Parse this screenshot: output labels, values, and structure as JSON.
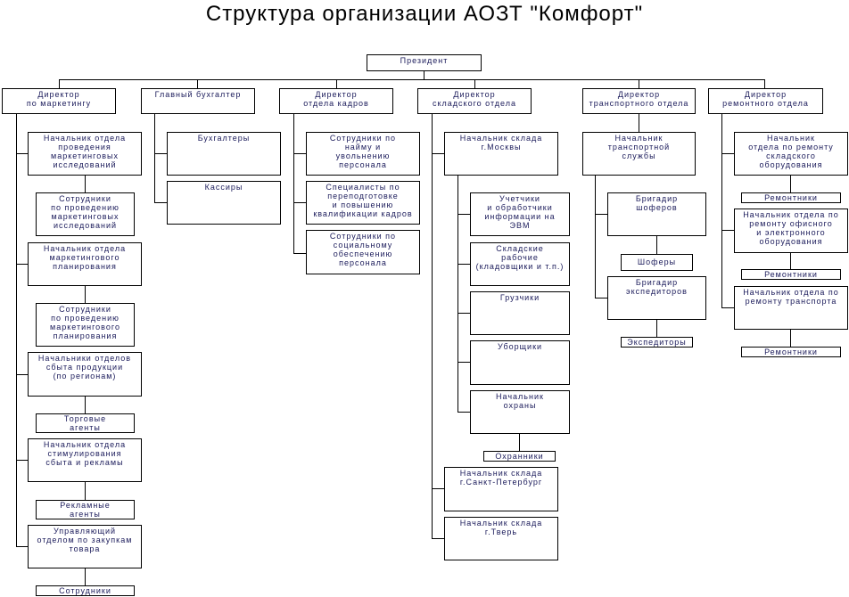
{
  "title": "Структура организации АОЗТ \"Комфорт\"",
  "president": "Президент",
  "marketing": {
    "director": "Директор\nпо  маркетингу",
    "research_head": "Начальник отдела\nпроведения\nмаркетинговых\nисследований",
    "research_staff": "Сотрудники\nпо проведению\nмаркетинговых\nисследований",
    "planning_head": "Начальник отдела\nмаркетингового\nпланирования",
    "planning_staff": "Сотрудники\nпо проведению\nмаркетингового\nпланирования",
    "sales_heads": "Начальники отделов\nсбыта продукции\n(по регионам)",
    "sales_agents": "Торговые\nагенты",
    "promo_head": "Начальник отдела\nстимулирования\nсбыта и рекламы",
    "promo_agents": "Рекламные\nагенты",
    "purchase_head": "Управляющий\nотделом по закупкам\nтовара",
    "purchase_staff": "Сотрудники"
  },
  "accounting": {
    "chief": "Главный бухгалтер",
    "accountants": "Бухгалтеры",
    "cashiers": "Кассиры"
  },
  "hr": {
    "director": "Директор\nотдела кадров",
    "hiring": "Сотрудники по\nнайму и\nувольнению\nперсонала",
    "training": "Специалисты по\nпереподготовке\nи повышению\nквалификации  кадров",
    "social": "Сотрудники по\nсоциальному\nобеспечению\nперсонала"
  },
  "warehouse": {
    "director": "Директор\nскладского отдела",
    "moscow_head": "Начальник склада\nг.Москвы",
    "accounting_staff": "Учетчики\nи обработчики\nинформации на\nЭВМ",
    "workers": "Складские\nрабочие\n(кладовщики и т.п.)",
    "loaders": "Грузчики",
    "cleaners": "Уборщики",
    "security_head": "Начальник\nохраны",
    "guards": "Охранники",
    "spb_head": "Начальник склада\nг.Санкт-Петербург",
    "tver_head": "Начальник склада\nг.Тверь"
  },
  "transport": {
    "director": "Директор\nтранспортного отдела",
    "service_head": "Начальник\nтранспортной\nслужбы",
    "drivers_foreman": "Бригадир\nшоферов",
    "drivers": "Шоферы",
    "forwarders_foreman": "Бригадир\nэкспедиторов",
    "forwarders": "Экспедиторы"
  },
  "repair": {
    "director": "Директор\nремонтного отдела",
    "warehouse_equipment_head": "Начальник\nотдела по ремонту\nскладского\nоборудования",
    "repairmen_1": "Ремонтники",
    "office_equipment_head": "Начальник отдела по\nремонту офисного\nи  электронного\nоборудования",
    "repairmen_2": "Ремонтники",
    "transport_repair_head": "Начальник отдела по\nремонту транспорта",
    "repairmen_3": "Ремонтники"
  }
}
